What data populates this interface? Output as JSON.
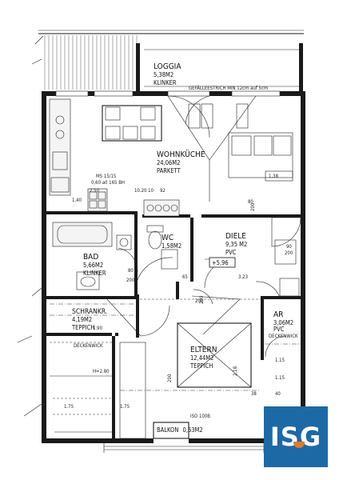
{
  "rooms": {
    "loggia": {
      "name": "LOGGIA",
      "area": "5,38M2",
      "floor": "KLINKER",
      "note": "GEFÄLLEESTRICH MIN 12cm auf 5cm"
    },
    "wohnkueche": {
      "name": "WOHNKÜCHE",
      "area": "24,06M2",
      "floor": "PARKETT",
      "note1": "MS 15/15",
      "note2": "0,60 a0 165 BH"
    },
    "wc": {
      "name": "WC",
      "area": "1,58M2"
    },
    "diele": {
      "name": "DIELE",
      "area": "9,35 M2",
      "floor": "PVC",
      "level": "+5,96"
    },
    "bad": {
      "name": "BAD",
      "area": "5,66M2",
      "floor": "KLINKER"
    },
    "schrankr": {
      "name": "SCHRANKR.",
      "area": "4,19M2",
      "floor": "TEPPICH"
    },
    "eltern": {
      "name": "ELTERN",
      "area": "12,44M2",
      "floor": "TEPPICH"
    },
    "ar": {
      "name": "AR",
      "area": "3,06M2",
      "floor": "PVC"
    },
    "balkon": {
      "name": "BALKON",
      "area": "0,63M2"
    }
  },
  "dimensions": {
    "d_138": "1.38",
    "d_140": "1.40",
    "d_250": "2.50",
    "d_1020": "10.20 10",
    "d_92": "92",
    "d_200a": "200",
    "d_80a": "80",
    "d_90": "90",
    "d_200b": "200",
    "d_80b": "80",
    "d_200c": "200",
    "d_323": "3.23",
    "d_65": "65",
    "d_200d": "200",
    "d_190": "1.90",
    "d_115a": "1.15",
    "d_115b": "1.15",
    "d_218": "2.18",
    "d_200e": "200",
    "d_38": "38",
    "d_40": "40",
    "d_175a": "1.75",
    "d_175b": "1.75",
    "d_iso": "ISO 100B",
    "deckenwick1": "DECKENWICK",
    "deckenwick2": "DECKENWICK",
    "h_280": "H=2.80",
    "d_200f": "200"
  },
  "logo": {
    "text": "ISG",
    "color": "#1d69a6",
    "accent": "#e07b28"
  }
}
